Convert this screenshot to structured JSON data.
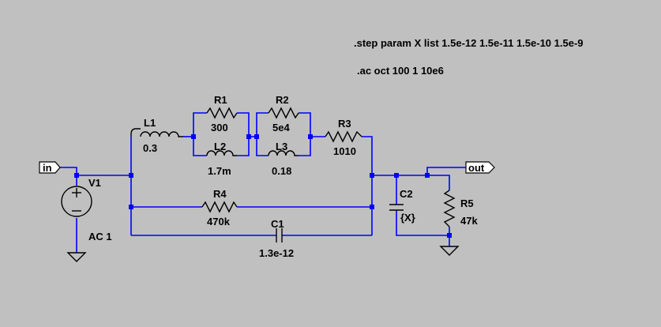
{
  "directives": {
    "step": ".step param X list 1.5e-12 1.5e-11 1.5e-10 1.5e-9",
    "ac": ".ac oct 100 1 10e6"
  },
  "ports": {
    "input": "in",
    "output": "out"
  },
  "components": {
    "L1": {
      "name": "L1",
      "value": "0.3"
    },
    "R1": {
      "name": "R1",
      "value": "300"
    },
    "L2": {
      "name": "L2",
      "value": "1.7m"
    },
    "R2": {
      "name": "R2",
      "value": "5e4"
    },
    "L3": {
      "name": "L3",
      "value": "0.18"
    },
    "R3": {
      "name": "R3",
      "value": "1010"
    },
    "R4": {
      "name": "R4",
      "value": "470k"
    },
    "C1": {
      "name": "C1",
      "value": "1.3e-12"
    },
    "C2": {
      "name": "C2",
      "value": "{X}"
    },
    "R5": {
      "name": "R5",
      "value": "47k"
    },
    "V1": {
      "name": "V1",
      "value": "AC 1"
    }
  },
  "colors": {
    "background": "#c0c0c0",
    "wire": "#0000ff",
    "component": "#000000"
  }
}
